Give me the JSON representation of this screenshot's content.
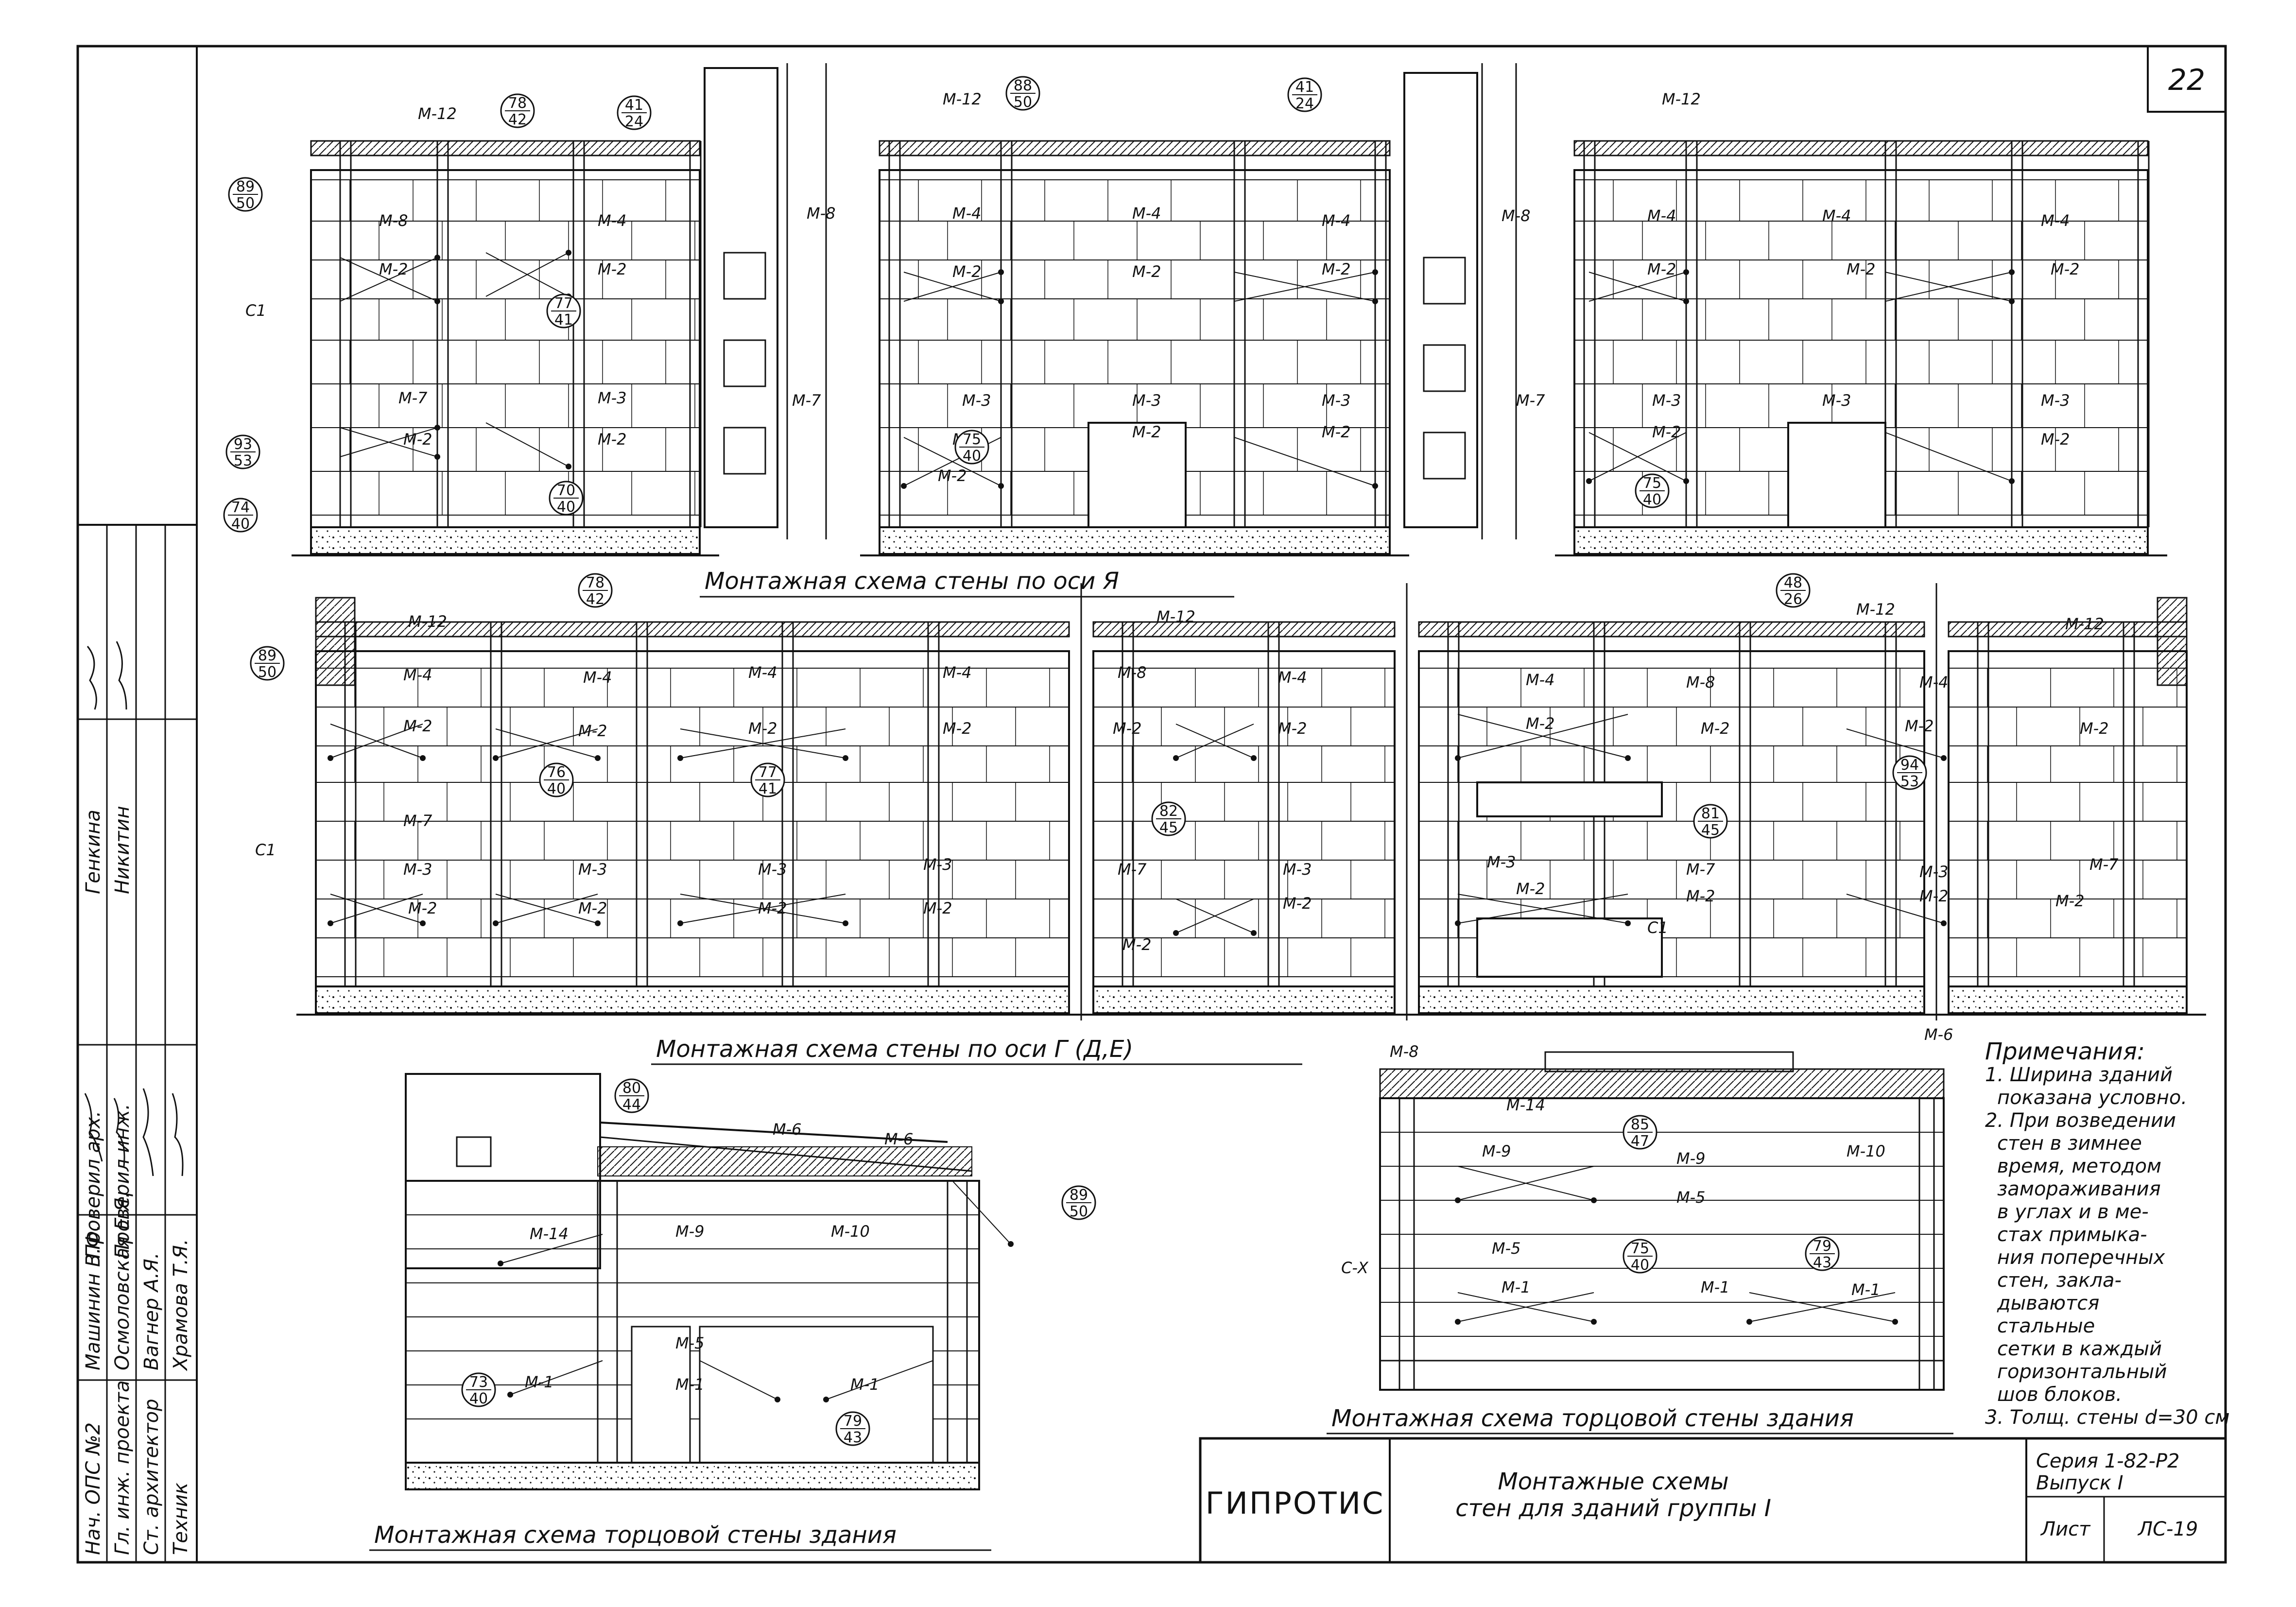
{
  "sheet_number": "22",
  "labels": {
    "m1": "М-1",
    "m2": "М-2",
    "m3": "М-3",
    "m4": "М-4",
    "m5": "М-5",
    "m6": "М-6",
    "m7": "М-7",
    "m8": "М-8",
    "m9": "М-9",
    "m10": "М-10",
    "m12": "М-12",
    "m14": "М-14",
    "c1": "С1",
    "cx": "С-Х"
  },
  "fractions": {
    "f78_42": [
      "78",
      "42"
    ],
    "f41_24": [
      "41",
      "24"
    ],
    "f88_50": [
      "88",
      "50"
    ],
    "f89_50": [
      "89",
      "50"
    ],
    "f77_41": [
      "77",
      "41"
    ],
    "f93_53": [
      "93",
      "53"
    ],
    "f74_40": [
      "74",
      "40"
    ],
    "f70_40": [
      "70",
      "40"
    ],
    "f75_40": [
      "75",
      "40"
    ],
    "f48_26": [
      "48",
      "26"
    ],
    "f76_40": [
      "76",
      "40"
    ],
    "f82_45": [
      "82",
      "45"
    ],
    "f81_45": [
      "81",
      "45"
    ],
    "f94_53": [
      "94",
      "53"
    ],
    "f80_44": [
      "80",
      "44"
    ],
    "f73_40": [
      "73",
      "40"
    ],
    "f79_43": [
      "79",
      "43"
    ],
    "f85_47": [
      "85",
      "47"
    ]
  },
  "captions": {
    "facade_a": "Монтажная схема стены по оси Я",
    "facade_g": "Монтажная схема стены по оси Г (Д,Е)",
    "end_left": "Монтажная схема торцовой стены здания",
    "end_right": "Монтажная схема торцовой стены здания"
  },
  "notes": {
    "title": "Примечания:",
    "lines": [
      "1. Ширина зданий",
      "показана условно.",
      "2. При возведении",
      "стен в зимнее",
      "время, методом",
      "замораживания",
      "в углах и в ме-",
      "стах примыка-",
      "ния поперечных",
      "стен, закла-",
      "дываются",
      "стальные",
      "сетки в каждый",
      "горизонтальный",
      "шов блоков.",
      "3. Толщ. стены d=30 см"
    ]
  },
  "stamp": {
    "org": "ГИПРОТИС",
    "title_line1": "Монтажные схемы",
    "title_line2": "стен для зданий группы I",
    "series_line1": "Серия 1-82-Р2",
    "series_line2": "Выпуск I",
    "sheet_label": "Лист",
    "sheet_code": "ЛС-19"
  },
  "side_block": {
    "roles": [
      "Нач. ОПС №2",
      "Гл. инж. проекта",
      "Ст. архитектор",
      "Техник"
    ],
    "names": [
      "Машинин В.Ф.",
      "Осмоловская Е.Я.",
      "Вагнер А.Я.",
      "Храмова Т.Я."
    ],
    "roles_top": [
      "Проверил арх.",
      "Проверил инж."
    ],
    "names_top": [
      "Генкина",
      "Никитин"
    ]
  }
}
